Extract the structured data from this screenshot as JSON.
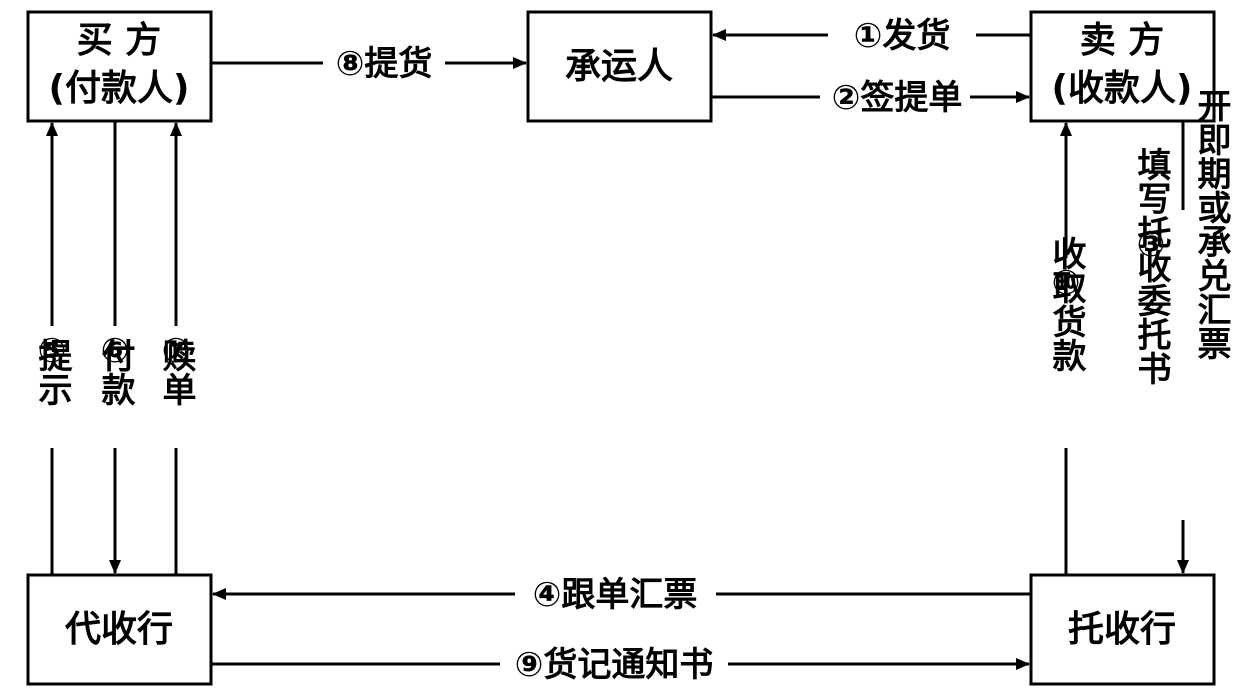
{
  "nodes": {
    "buyer": {
      "line1": "买 方",
      "line2": "(付款人)"
    },
    "carrier": {
      "label": "承运人"
    },
    "seller": {
      "line1": "卖 方",
      "line2": "(收款人)"
    },
    "collecting_bank": {
      "label": "代收行"
    },
    "remitting_bank": {
      "label": "托收行"
    }
  },
  "steps": {
    "s1": "①发货",
    "s2": "②签提单",
    "s3_a": "③",
    "s3_b": "填写托收委托书",
    "s3_c": "开即期或承兑汇票",
    "s4": "④跟单汇票",
    "s5_num": "⑤",
    "s5_text": "提示",
    "s6_num": "⑥",
    "s6_text": "付款",
    "s7_num": "⑦",
    "s7_text": "赎单",
    "s8": "⑧提货",
    "s9": "⑨货记通知书",
    "s10_num": "⑩",
    "s10_text": "收取货款"
  }
}
